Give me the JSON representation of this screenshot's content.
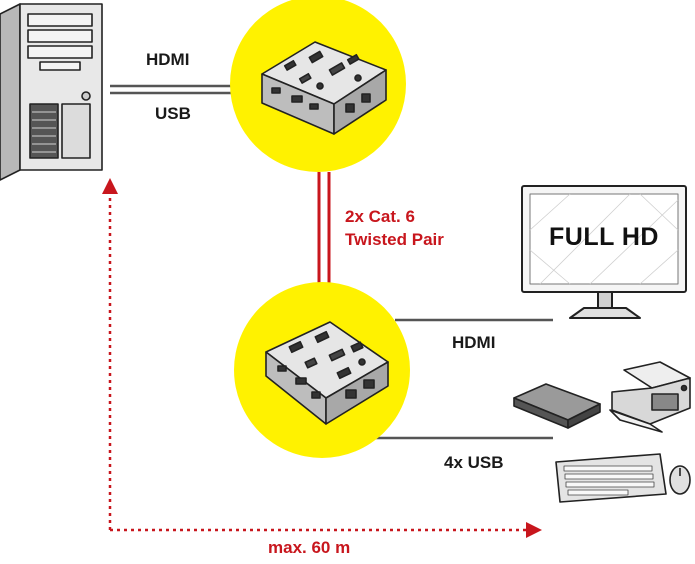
{
  "labels": {
    "hdmi_top": "HDMI",
    "usb_top": "USB",
    "cable_line1": "2x Cat. 6",
    "cable_line2": "Twisted Pair",
    "hdmi_bottom": "HDMI",
    "usb_bottom": "4x USB",
    "distance": "max. 60 m"
  },
  "monitor": {
    "screen_text": "FULL HD"
  },
  "colors": {
    "accent_red": "#c8161d",
    "circle_yellow": "#fff200",
    "line_gray": "#555555",
    "device_gray": "#dcdcdc"
  },
  "icons": {
    "computer": "pc-tower-icon",
    "transmitter": "kvm-transmitter-icon",
    "receiver": "kvm-receiver-icon",
    "monitor": "monitor-icon",
    "storage": "external-drive-icon",
    "printer": "printer-icon",
    "keyboard": "keyboard-icon",
    "mouse": "mouse-icon"
  }
}
